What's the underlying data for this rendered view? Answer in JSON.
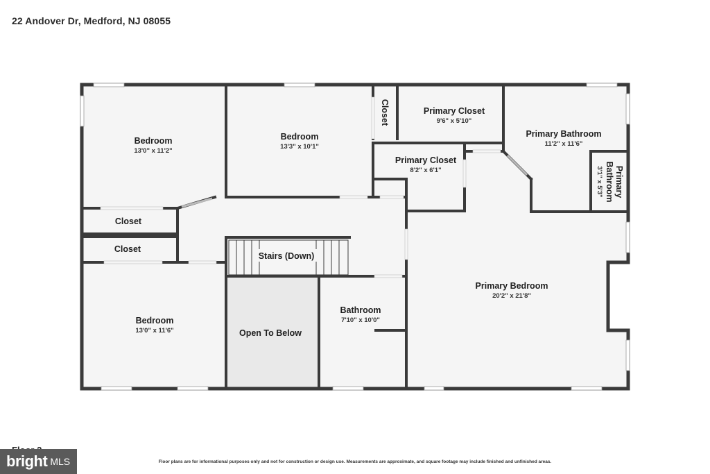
{
  "listing": {
    "address": "22 Andover Dr, Medford, NJ 08055",
    "floor_label": "Floor 2"
  },
  "colors": {
    "wall": "#3a3a3a",
    "floor": "#f5f5f5",
    "open_to_below": "#e9e9e9",
    "window": "#ffffff"
  },
  "rooms": {
    "bedroom_nw": {
      "name": "Bedroom",
      "dims": "13'0\" x 11'2\""
    },
    "bedroom_n": {
      "name": "Bedroom",
      "dims": "13'3\" x 10'1\""
    },
    "closet_n": {
      "name": "Closet"
    },
    "primary_closet_1": {
      "name": "Primary Closet",
      "dims": "9'6\" x 5'10\""
    },
    "primary_closet_2": {
      "name": "Primary Closet",
      "dims": "8'2\" x 6'1\""
    },
    "primary_bathroom": {
      "name": "Primary Bathroom",
      "dims": "11'2\" x 11'6\""
    },
    "primary_bathroom_small": {
      "name_line1": "Primary",
      "name_line2": "Bathroom",
      "dims": "3'1\" x 5'3\""
    },
    "closet_1": {
      "name": "Closet"
    },
    "closet_2": {
      "name": "Closet"
    },
    "stairs": {
      "name": "Stairs (Down)"
    },
    "bedroom_sw": {
      "name": "Bedroom",
      "dims": "13'0\" x 11'6\""
    },
    "open_to_below": {
      "name": "Open To Below"
    },
    "bathroom": {
      "name": "Bathroom",
      "dims": "7'10\" x 10'0\""
    },
    "primary_bedroom": {
      "name": "Primary Bedroom",
      "dims": "20'2\" x 21'8\""
    }
  },
  "branding": {
    "logo_word": "bright",
    "logo_suffix": "MLS"
  },
  "disclaimer": "Floor plans are for informational purposes only and not for construction or design use. Measurements are approximate, and square footage may include finished and unfinished areas."
}
